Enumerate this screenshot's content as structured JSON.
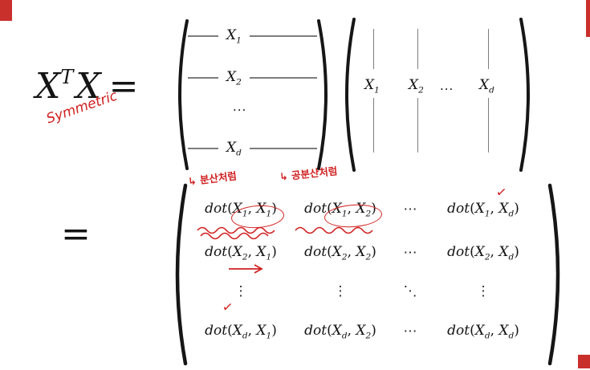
{
  "page": {
    "background": "#ffffff",
    "ink": "#141414",
    "accent_red": "#c9302c",
    "annotation_red": "#d02020"
  },
  "lhs": {
    "base": "X",
    "sup": "T",
    "x2": "X",
    "eq": "="
  },
  "eq2": "=",
  "row_matrix": {
    "rows": [
      {
        "v": "X",
        "s": "1"
      },
      {
        "v": "X",
        "s": "2"
      },
      {
        "dots": "..."
      },
      {
        "v": "X",
        "s": "d"
      }
    ]
  },
  "col_matrix": {
    "cols": [
      {
        "v": "X",
        "s": "1"
      },
      {
        "v": "X",
        "s": "2"
      },
      {
        "dots": "..."
      },
      {
        "v": "X",
        "s": "d"
      }
    ]
  },
  "dot_matrix": {
    "func": "dot",
    "var": "X",
    "rows": [
      [
        {
          "i": "1",
          "j": "1"
        },
        {
          "i": "1",
          "j": "2"
        },
        {
          "d": "⋯"
        },
        {
          "i": "1",
          "j": "d"
        }
      ],
      [
        {
          "i": "2",
          "j": "1"
        },
        {
          "i": "2",
          "j": "2"
        },
        {
          "d": "⋯"
        },
        {
          "i": "2",
          "j": "d"
        }
      ],
      [
        {
          "d": "⋮"
        },
        {
          "d": "⋮"
        },
        {
          "d": "⋱"
        },
        {
          "d": "⋮"
        }
      ],
      [
        {
          "i": "d",
          "j": "1"
        },
        {
          "i": "d",
          "j": "2"
        },
        {
          "d": "⋯"
        },
        {
          "i": "d",
          "j": "d"
        }
      ]
    ]
  },
  "annotations": {
    "symmetric": "Symmetric",
    "note_variance": "↳ 분산처럼",
    "note_covariance": "↳ 공분산처럼",
    "check": "✓"
  }
}
